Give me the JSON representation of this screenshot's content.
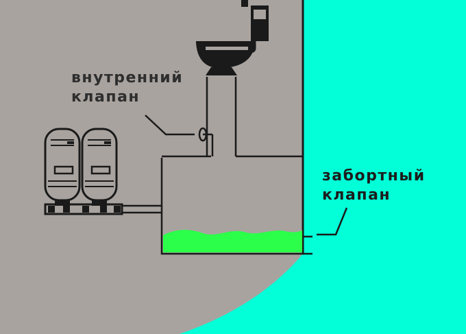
{
  "labels": {
    "internal_valve": {
      "line1": "внутренний",
      "line2": "клапан"
    },
    "seacock": {
      "line1": "забортный",
      "line2": "клапан"
    }
  },
  "colors": {
    "water": "#03ffd8",
    "hull": "#a8a39f",
    "tank_contents": "#2bff4a",
    "ink": "#1a1a1a"
  },
  "icons": [
    "toilet-icon",
    "pressure-tank-icon",
    "valve-icon"
  ]
}
